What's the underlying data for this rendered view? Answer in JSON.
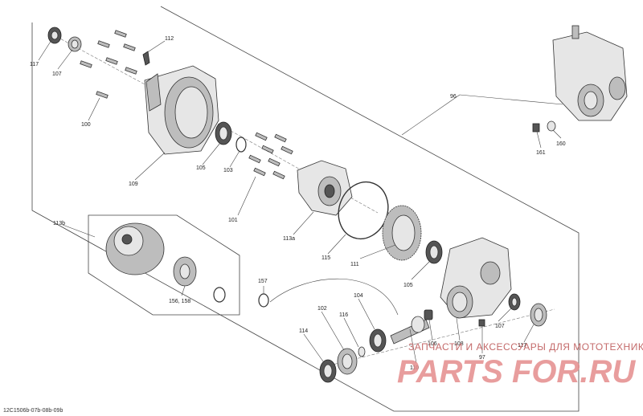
{
  "diagram_code": "12C1506b-07b-08b-09b",
  "watermark": {
    "caption": "ЗАПЧАСТИ И АКСЕССУАРЫ ДЛЯ МОТОТЕХНИКИ",
    "brand": "PARTS FOR.RU"
  },
  "callouts": {
    "c117a": "117",
    "c107a": "107",
    "c100": "100",
    "c112": "112",
    "c109": "109",
    "c105a": "105",
    "c103": "103",
    "c101": "101",
    "c113a": "113a",
    "c115": "115",
    "c111": "111",
    "c105b": "105",
    "c96": "96",
    "c161": "161",
    "c160": "160",
    "c113b": "113b",
    "c156": "156, 158",
    "c157": "157",
    "c104": "104",
    "c102": "102",
    "c116": "116",
    "c114": "114",
    "c110": "110",
    "c106": "106",
    "c108": "108",
    "c97": "97",
    "c107b": "107",
    "c117b": "117"
  }
}
